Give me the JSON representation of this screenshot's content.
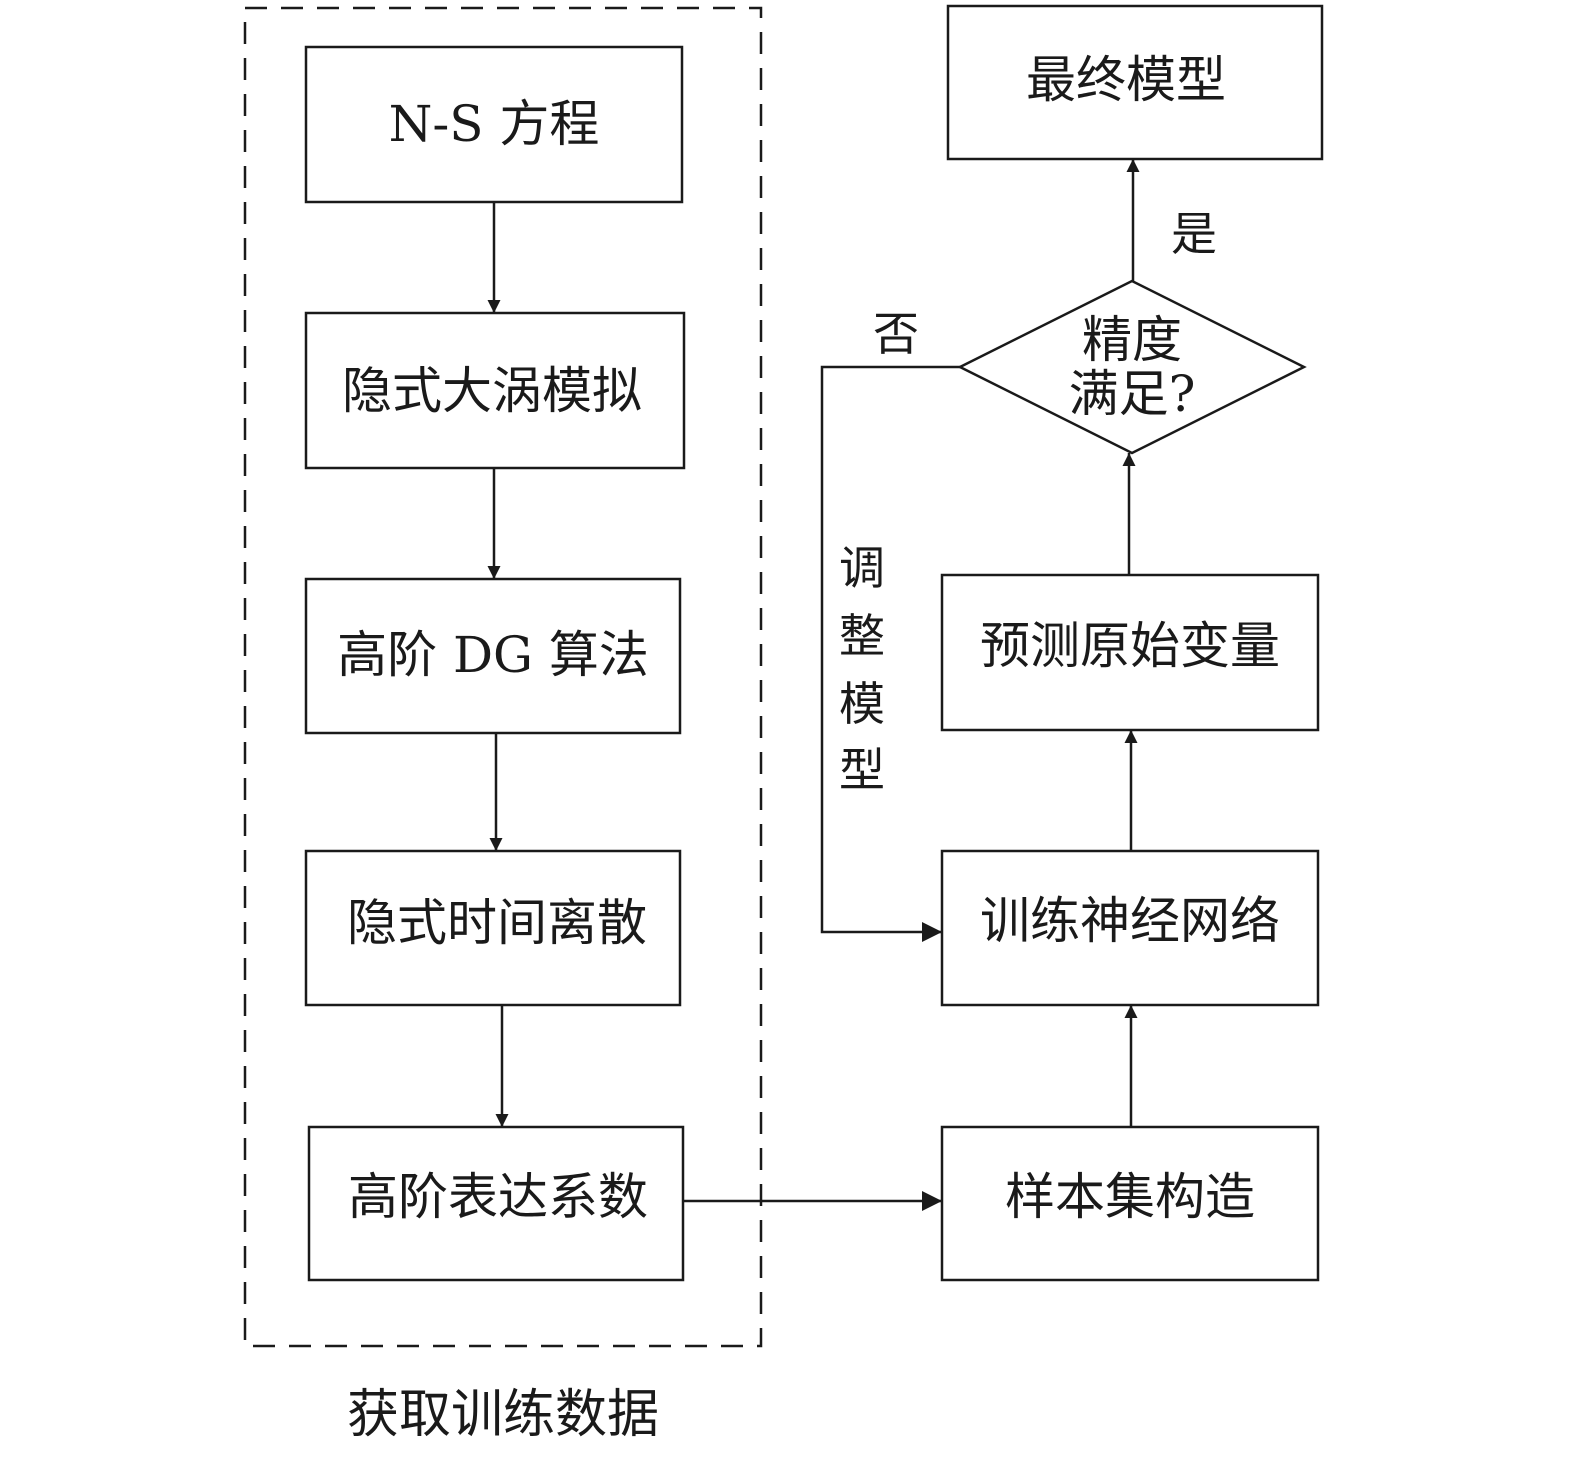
{
  "group": {
    "label": "获取训练数据"
  },
  "nodes": {
    "ns": "N-S 方程",
    "iles": "隐式大涡模拟",
    "dg": "高阶 DG 算法",
    "time": "隐式时间离散",
    "coef": "高阶表达系数",
    "sample": "样本集构造",
    "train": "训练神经网络",
    "predict": "预测原始变量",
    "decision_line1": "精度",
    "decision_line2": "满足?",
    "final": "最终模型"
  },
  "edges": {
    "yes": "是",
    "no": "否",
    "adjust": [
      "调",
      "整",
      "模",
      "型"
    ]
  }
}
